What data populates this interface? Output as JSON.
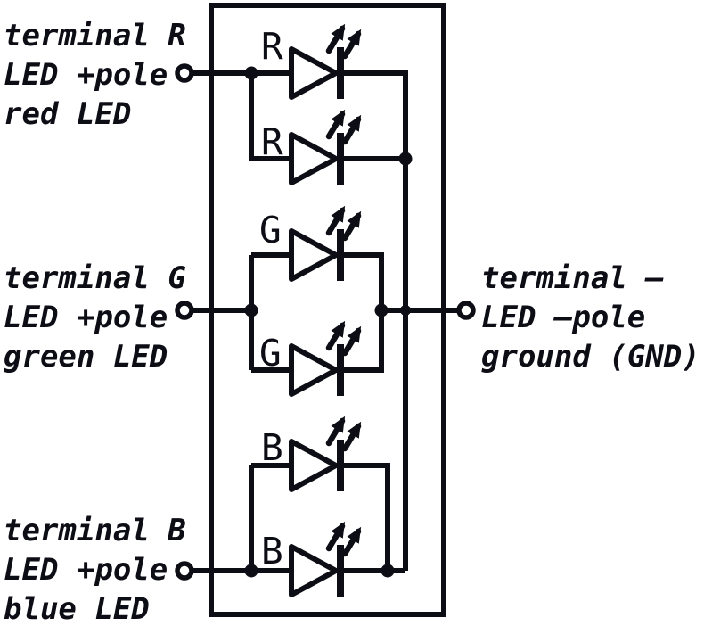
{
  "terminals": {
    "r": {
      "lines": [
        "terminal R",
        "LED +pole",
        "red LED"
      ]
    },
    "g": {
      "lines": [
        "terminal G",
        "LED +pole",
        "green LED"
      ]
    },
    "b": {
      "lines": [
        "terminal B",
        "LED +pole",
        "blue LED"
      ]
    },
    "gnd": {
      "lines": [
        "terminal –",
        "LED –pole",
        "ground (GND)"
      ]
    }
  },
  "leds": {
    "r1": "R",
    "r2": "R",
    "g1": "G",
    "g2": "G",
    "b1": "B",
    "b2": "B"
  },
  "colors": {
    "ink": "#0d0d15",
    "paper": "#ffffff"
  }
}
